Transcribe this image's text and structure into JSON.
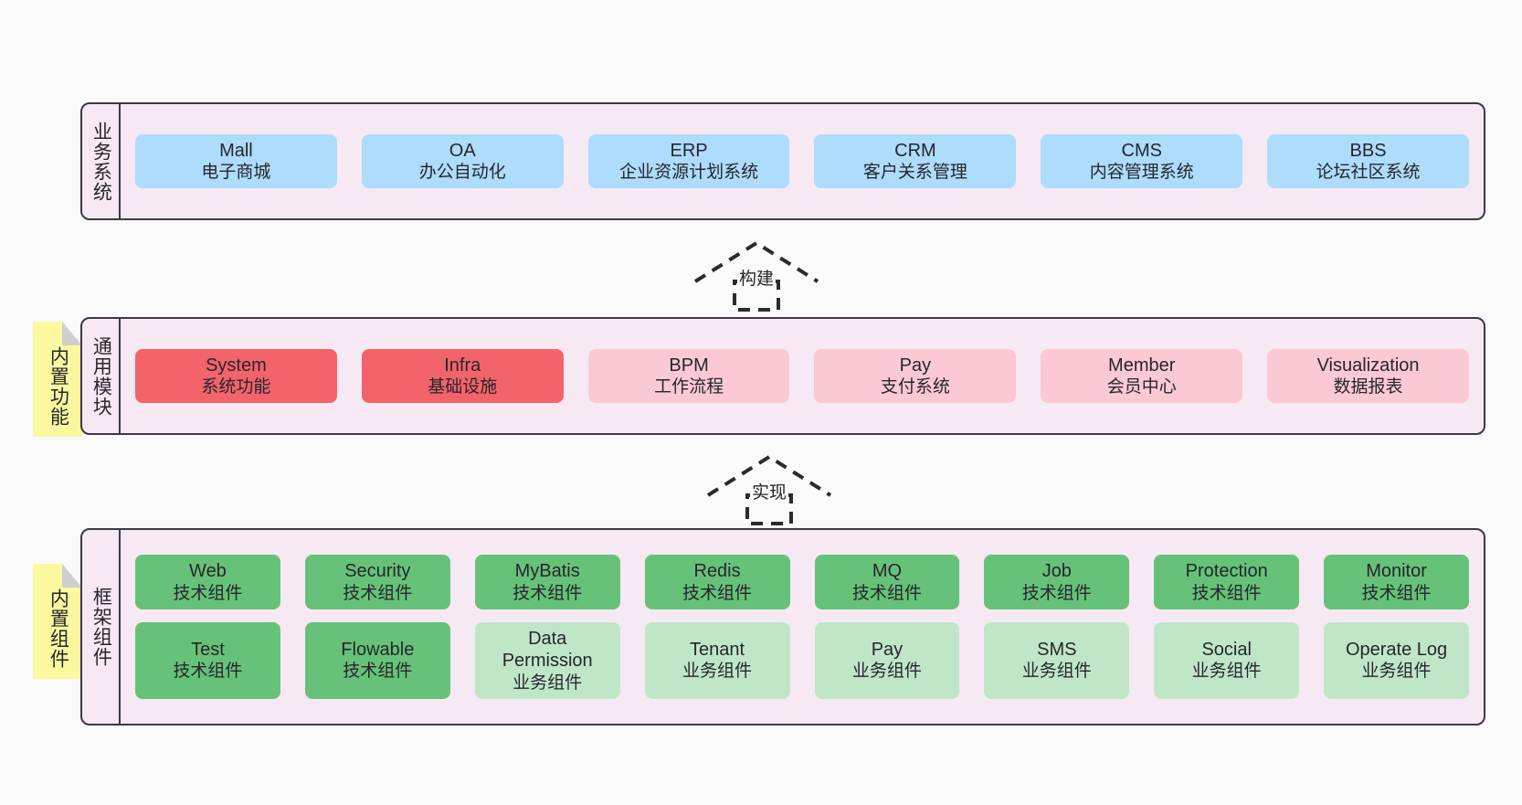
{
  "diagram": {
    "background": "#fafafa",
    "colors": {
      "band_bg": "#f7e9f3",
      "band_border": "#3d3846",
      "blue": "#addcfd",
      "red": "#f2646a",
      "pink": "#fbc9d4",
      "green": "#66c279",
      "light_green": "#bfe7c7",
      "note_yellow": "#fbf8a0",
      "note_fold": "#cfcfcf"
    }
  },
  "layers": {
    "business": {
      "caption": "业务系统",
      "cards": [
        {
          "name": "Mall",
          "desc": "电子商城",
          "style": "blue"
        },
        {
          "name": "OA",
          "desc": "办公自动化",
          "style": "blue"
        },
        {
          "name": "ERP",
          "desc": "企业资源计划系统",
          "style": "blue"
        },
        {
          "name": "CRM",
          "desc": "客户关系管理",
          "style": "blue"
        },
        {
          "name": "CMS",
          "desc": "内容管理系统",
          "style": "blue"
        },
        {
          "name": "BBS",
          "desc": "论坛社区系统",
          "style": "blue"
        }
      ]
    },
    "common": {
      "caption": "通用模块",
      "note": "内置功能",
      "cards": [
        {
          "name": "System",
          "desc": "系统功能",
          "style": "red"
        },
        {
          "name": "Infra",
          "desc": "基础设施",
          "style": "red"
        },
        {
          "name": "BPM",
          "desc": "工作流程",
          "style": "pink"
        },
        {
          "name": "Pay",
          "desc": "支付系统",
          "style": "pink"
        },
        {
          "name": "Member",
          "desc": "会员中心",
          "style": "pink"
        },
        {
          "name": "Visualization",
          "desc": "数据报表",
          "style": "pink"
        }
      ]
    },
    "framework": {
      "caption": "框架组件",
      "note": "内置组件",
      "row1": [
        {
          "name": "Web",
          "desc": "技术组件",
          "style": "green"
        },
        {
          "name": "Security",
          "desc": "技术组件",
          "style": "green"
        },
        {
          "name": "MyBatis",
          "desc": "技术组件",
          "style": "green"
        },
        {
          "name": "Redis",
          "desc": "技术组件",
          "style": "green"
        },
        {
          "name": "MQ",
          "desc": "技术组件",
          "style": "green"
        },
        {
          "name": "Job",
          "desc": "技术组件",
          "style": "green"
        },
        {
          "name": "Protection",
          "desc": "技术组件",
          "style": "green"
        },
        {
          "name": "Monitor",
          "desc": "技术组件",
          "style": "green"
        }
      ],
      "row2": [
        {
          "name": "Test",
          "desc": "技术组件",
          "style": "green"
        },
        {
          "name": "Flowable",
          "desc": "技术组件",
          "style": "green"
        },
        {
          "name": "Data Permission",
          "desc": "业务组件",
          "style": "lgreen"
        },
        {
          "name": "Tenant",
          "desc": "业务组件",
          "style": "lgreen"
        },
        {
          "name": "Pay",
          "desc": "业务组件",
          "style": "lgreen"
        },
        {
          "name": "SMS",
          "desc": "业务组件",
          "style": "lgreen"
        },
        {
          "name": "Social",
          "desc": "业务组件",
          "style": "lgreen"
        },
        {
          "name": "Operate Log",
          "desc": "业务组件",
          "style": "lgreen"
        }
      ]
    }
  },
  "connectors": [
    {
      "label": "构建"
    },
    {
      "label": "实现"
    }
  ]
}
